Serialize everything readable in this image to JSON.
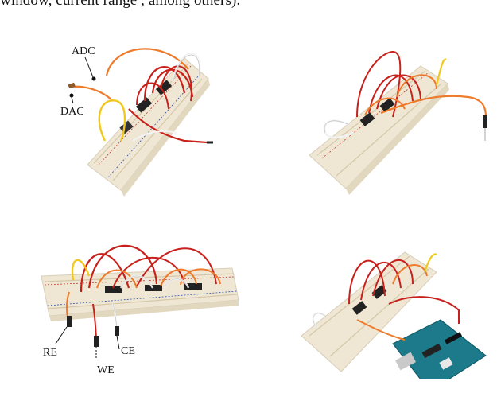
{
  "top_text": "window, current range , among others).",
  "labels": {
    "adc": "ADC",
    "dac": "DAC",
    "re": "RE",
    "we": "WE",
    "ce": "CE"
  },
  "colors": {
    "breadboard": "#efe7d4",
    "wire_red": "#c8201b",
    "wire_orange": "#ee7a2b",
    "wire_white": "#f2f2f2",
    "wire_yellow": "#f0c820",
    "arduino": "#1c7a8a"
  }
}
